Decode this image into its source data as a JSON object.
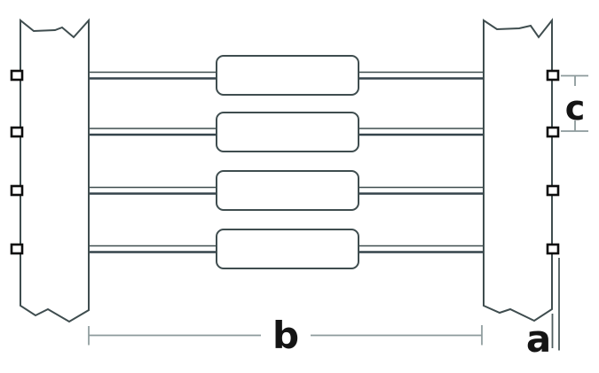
{
  "figure": {
    "description": "Technical line diagram: two broken-off vertical posts joined by four horizontal double-line wires, each wire fitted with a rounded inline tensioner box; outer post edges carry small square fasteners; dimension labels mark wire span, wire spacing and lowest-wire height",
    "colors": {
      "line": "#3f4d4f",
      "wire_bottom_edge": "#35444b",
      "dimension_line": "#8c9a9b",
      "a_dimension_line": "#4e5c5e",
      "fastener": "#0d0d0d",
      "label_text": "#141414",
      "background": "#ffffff"
    },
    "counts": {
      "posts": 2,
      "wires": 4,
      "tensioners": 4,
      "fasteners_per_post": 4
    }
  },
  "dimensions": {
    "b": {
      "label": "b",
      "meaning": "horizontal span between posts"
    },
    "a": {
      "label": "a",
      "meaning": "vertical distance below lowest wire"
    },
    "c": {
      "label": "c",
      "meaning": "vertical spacing between adjacent wires"
    }
  }
}
